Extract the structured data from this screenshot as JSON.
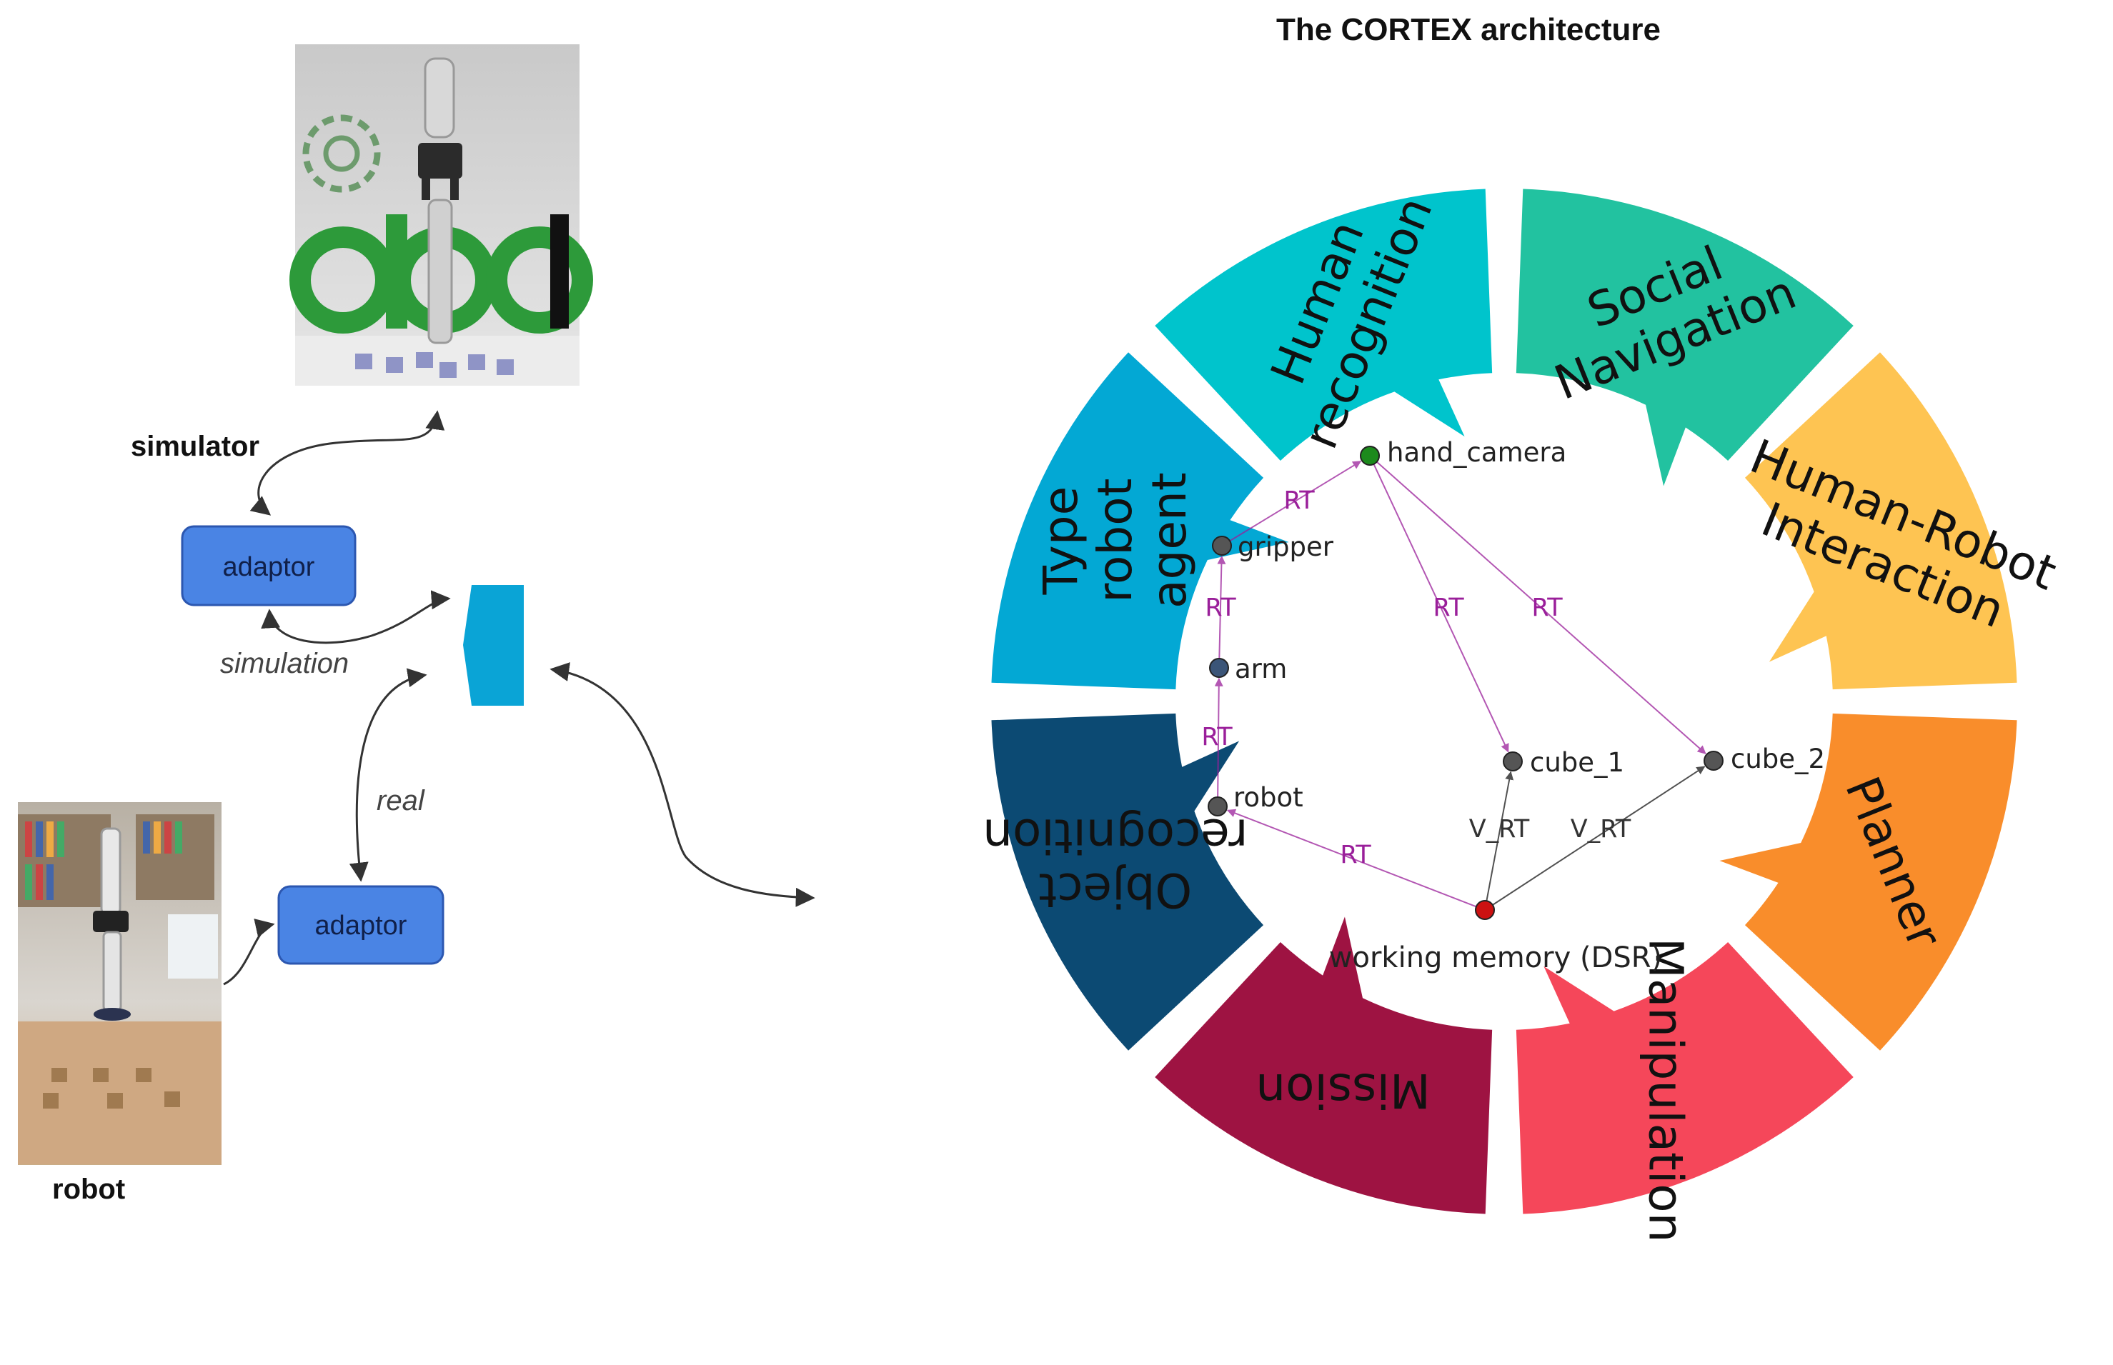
{
  "title": "The CORTEX architecture",
  "left": {
    "simulator_label": "simulator",
    "robot_label": "robot",
    "adaptor_top": "adaptor",
    "adaptor_bottom": "adaptor",
    "simulation_label": "simulation",
    "real_label": "real"
  },
  "ring": {
    "segments": [
      {
        "id": "social-navigation",
        "lines": [
          "Social",
          "Navigation"
        ],
        "color": "#22c2a0"
      },
      {
        "id": "human-robot-interaction",
        "lines": [
          "Human-Robot",
          "Interaction"
        ],
        "color": "#fec452"
      },
      {
        "id": "planner",
        "lines": [
          "Planner"
        ],
        "color": "#f98d2b"
      },
      {
        "id": "manipulation",
        "lines": [
          "Manipulation"
        ],
        "color": "#f5475a"
      },
      {
        "id": "mission",
        "lines": [
          "Mission"
        ],
        "color": "#9e1342"
      },
      {
        "id": "object-recognition",
        "lines": [
          "Object",
          "recognition"
        ],
        "color": "#0c4a73"
      },
      {
        "id": "type-robot-agent",
        "lines": [
          "Type",
          "robot",
          "agent"
        ],
        "color": "#03a8d4"
      },
      {
        "id": "human-recognition",
        "lines": [
          "Human",
          "recognition"
        ],
        "color": "#00c4cc"
      }
    ]
  },
  "graph": {
    "caption": "working memory (DSR)",
    "nodes": [
      {
        "id": "hand_camera",
        "label": "hand_camera",
        "color": "#1c8a1c"
      },
      {
        "id": "gripper",
        "label": "gripper",
        "color": "#555555"
      },
      {
        "id": "arm",
        "label": "arm",
        "color": "#3b5578"
      },
      {
        "id": "robot",
        "label": "robot",
        "color": "#555555"
      },
      {
        "id": "cube_1",
        "label": "cube_1",
        "color": "#555555"
      },
      {
        "id": "cube_2",
        "label": "cube_2",
        "color": "#555555"
      },
      {
        "id": "world",
        "label": "",
        "color": "#cc1111"
      }
    ],
    "edges": [
      {
        "from": "gripper",
        "to": "hand_camera",
        "label": "RT",
        "kind": "RT"
      },
      {
        "from": "arm",
        "to": "gripper",
        "label": "RT",
        "kind": "RT"
      },
      {
        "from": "robot",
        "to": "arm",
        "label": "RT",
        "kind": "RT"
      },
      {
        "from": "world",
        "to": "robot",
        "label": "RT",
        "kind": "RT"
      },
      {
        "from": "hand_camera",
        "to": "cube_1",
        "label": "RT",
        "kind": "RT"
      },
      {
        "from": "hand_camera",
        "to": "cube_2",
        "label": "RT",
        "kind": "RT"
      },
      {
        "from": "world",
        "to": "cube_1",
        "label": "V_RT",
        "kind": "V_RT"
      },
      {
        "from": "world",
        "to": "cube_2",
        "label": "V_RT",
        "kind": "V_RT"
      }
    ],
    "rt_color": "#9a1f9a",
    "vrt_color": "#333333"
  }
}
